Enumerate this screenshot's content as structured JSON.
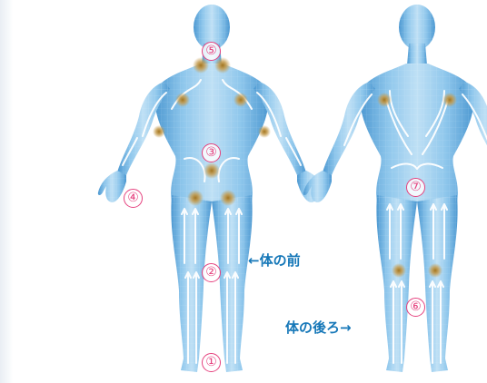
{
  "labels": {
    "front": "←体の前",
    "back": "体の後ろ→"
  },
  "markers": {
    "m1": "①",
    "m2": "②",
    "m3": "③",
    "m4": "④",
    "m5": "⑤",
    "m6": "⑥",
    "m7": "⑦"
  },
  "colors": {
    "body_light": "#bfe0f5",
    "body_mid": "#7dbde6",
    "body_dark": "#3f8fcc",
    "node": "#b9883a",
    "marker": "#e5417e",
    "label_text": "#1577b8"
  }
}
